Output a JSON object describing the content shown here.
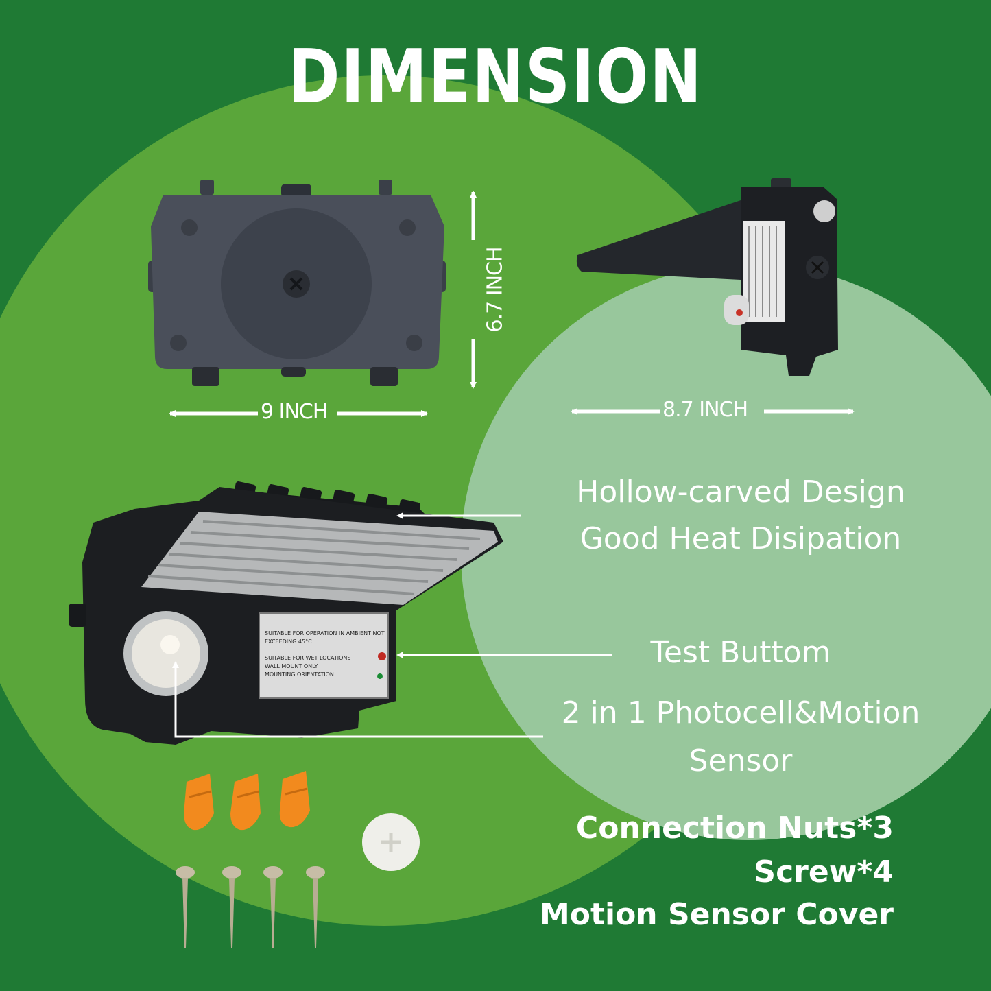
{
  "title": "DIMENSION",
  "dimensions": {
    "width_front": "9 INCH",
    "height_front": "6.7 INCH",
    "depth_side": "8.7 INCH"
  },
  "features": {
    "heat_line1": "Hollow-carved Design",
    "heat_line2": "Good Heat Disipation",
    "test_button": "Test Buttom",
    "sensor_line1": "2 in 1 Photocell&Motion",
    "sensor_line2": "Sensor"
  },
  "accessories": {
    "nuts": "Connection Nuts*3",
    "screws": "Screw*4",
    "cover": "Motion Sensor Cover"
  },
  "label_text": {
    "line1": "SUITABLE FOR OPERATION IN AMBIENT NOT",
    "line2": "EXCEEDING 45°C",
    "line3": "SUITABLE FOR WET LOCATIONS",
    "line4": "WALL MOUNT ONLY",
    "line5": "MOUNTING ORIENTATION"
  },
  "colors": {
    "bg_dark": "#1f7a34",
    "bg_mid": "#5aa63a",
    "bg_light": "#98c79c",
    "text": "#ffffff",
    "nut_orange": "#f28a1e"
  }
}
